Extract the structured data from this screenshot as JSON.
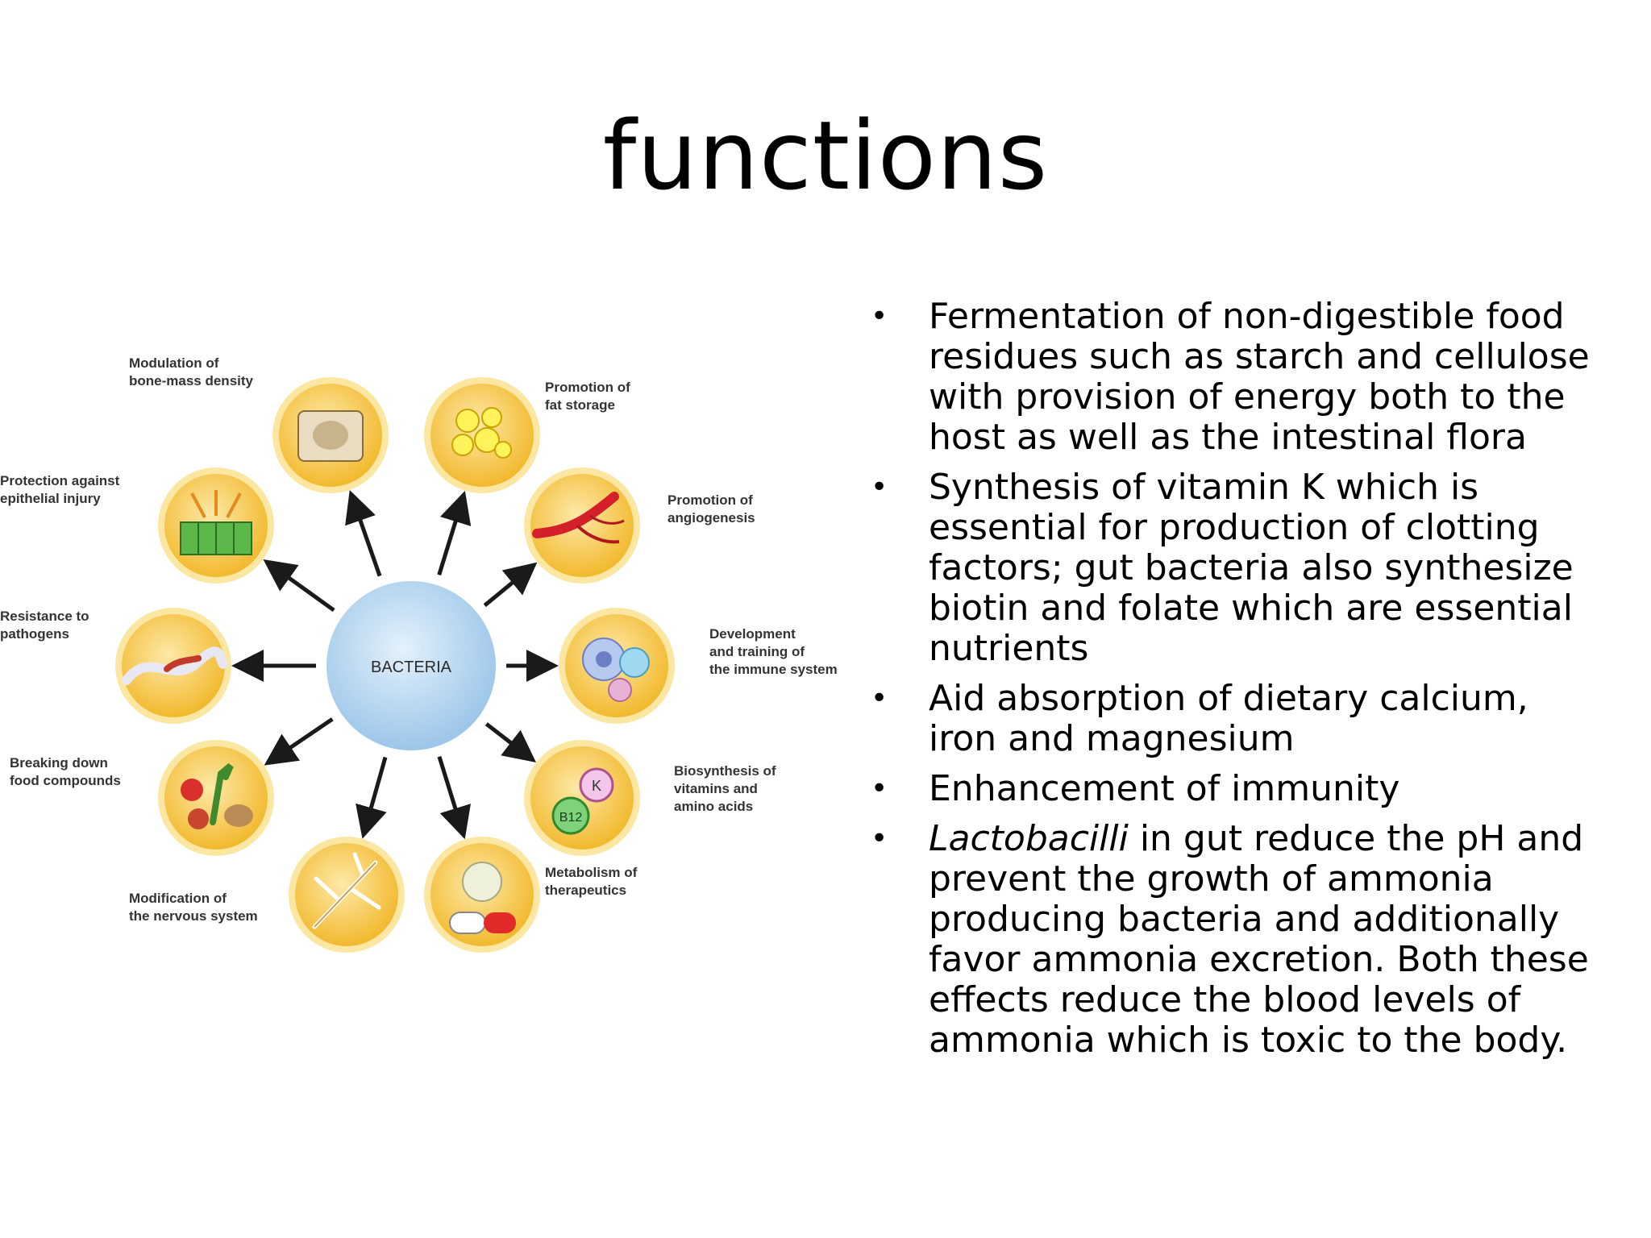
{
  "slide": {
    "title": "functions"
  },
  "diagram": {
    "center_label": "BACTERIA",
    "nodes": [
      {
        "label_lines": [
          "Modulation of",
          "bone-mass density"
        ],
        "icon": "bone-tissue-icon"
      },
      {
        "label_lines": [
          "Promotion of",
          "fat storage"
        ],
        "icon": "fat-droplets-icon"
      },
      {
        "label_lines": [
          "Promotion of",
          "angiogenesis"
        ],
        "icon": "blood-vessel-icon"
      },
      {
        "label_lines": [
          "Development",
          "and training of",
          "the immune system"
        ],
        "icon": "immune-cells-icon"
      },
      {
        "label_lines": [
          "Biosynthesis of",
          "vitamins and",
          "amino acids"
        ],
        "icon": "vitamin-icon",
        "badges": [
          "K",
          "B12"
        ]
      },
      {
        "label_lines": [
          "Metabolism of",
          "therapeutics"
        ],
        "icon": "capsule-icon"
      },
      {
        "label_lines": [
          "Modification of",
          "the nervous system"
        ],
        "icon": "neuron-icon"
      },
      {
        "label_lines": [
          "Breaking down",
          "food compounds"
        ],
        "icon": "vegetables-icon"
      },
      {
        "label_lines": [
          "Resistance to",
          "pathogens"
        ],
        "icon": "pathogen-icon"
      },
      {
        "label_lines": [
          "Protection against",
          "epithelial injury"
        ],
        "icon": "epithelium-icon"
      }
    ],
    "colors": {
      "circle_fill": "#f7c948",
      "circle_rim": "#fbe6a2",
      "center_fill": "#b9d8f2",
      "arrow": "#1a1a1a"
    }
  },
  "bullets": [
    {
      "lines": [
        "Fermentation of non-digestible food",
        "residues such as starch and cellulose",
        "with provision of energy both to the",
        "host as well as the intestinal flora"
      ]
    },
    {
      "lines": [
        "Synthesis of vitamin K which is",
        "essential for production of clotting",
        "factors; gut bacteria also synthesize",
        "biotin and folate which are essential",
        "nutrients"
      ]
    },
    {
      "lines": [
        "Aid absorption of dietary calcium,",
        "iron and magnesium"
      ]
    },
    {
      "lines": [
        "Enhancement of immunity"
      ]
    },
    {
      "italic_lead": "Lactobacilli",
      "lines": [
        " in gut reduce the pH and",
        "prevent the growth of ammonia",
        "producing bacteria and additionally",
        "favor ammonia excretion. Both these",
        "effects reduce the blood levels of",
        "ammonia which is toxic to the body."
      ]
    }
  ],
  "bullet_glyph": "•"
}
